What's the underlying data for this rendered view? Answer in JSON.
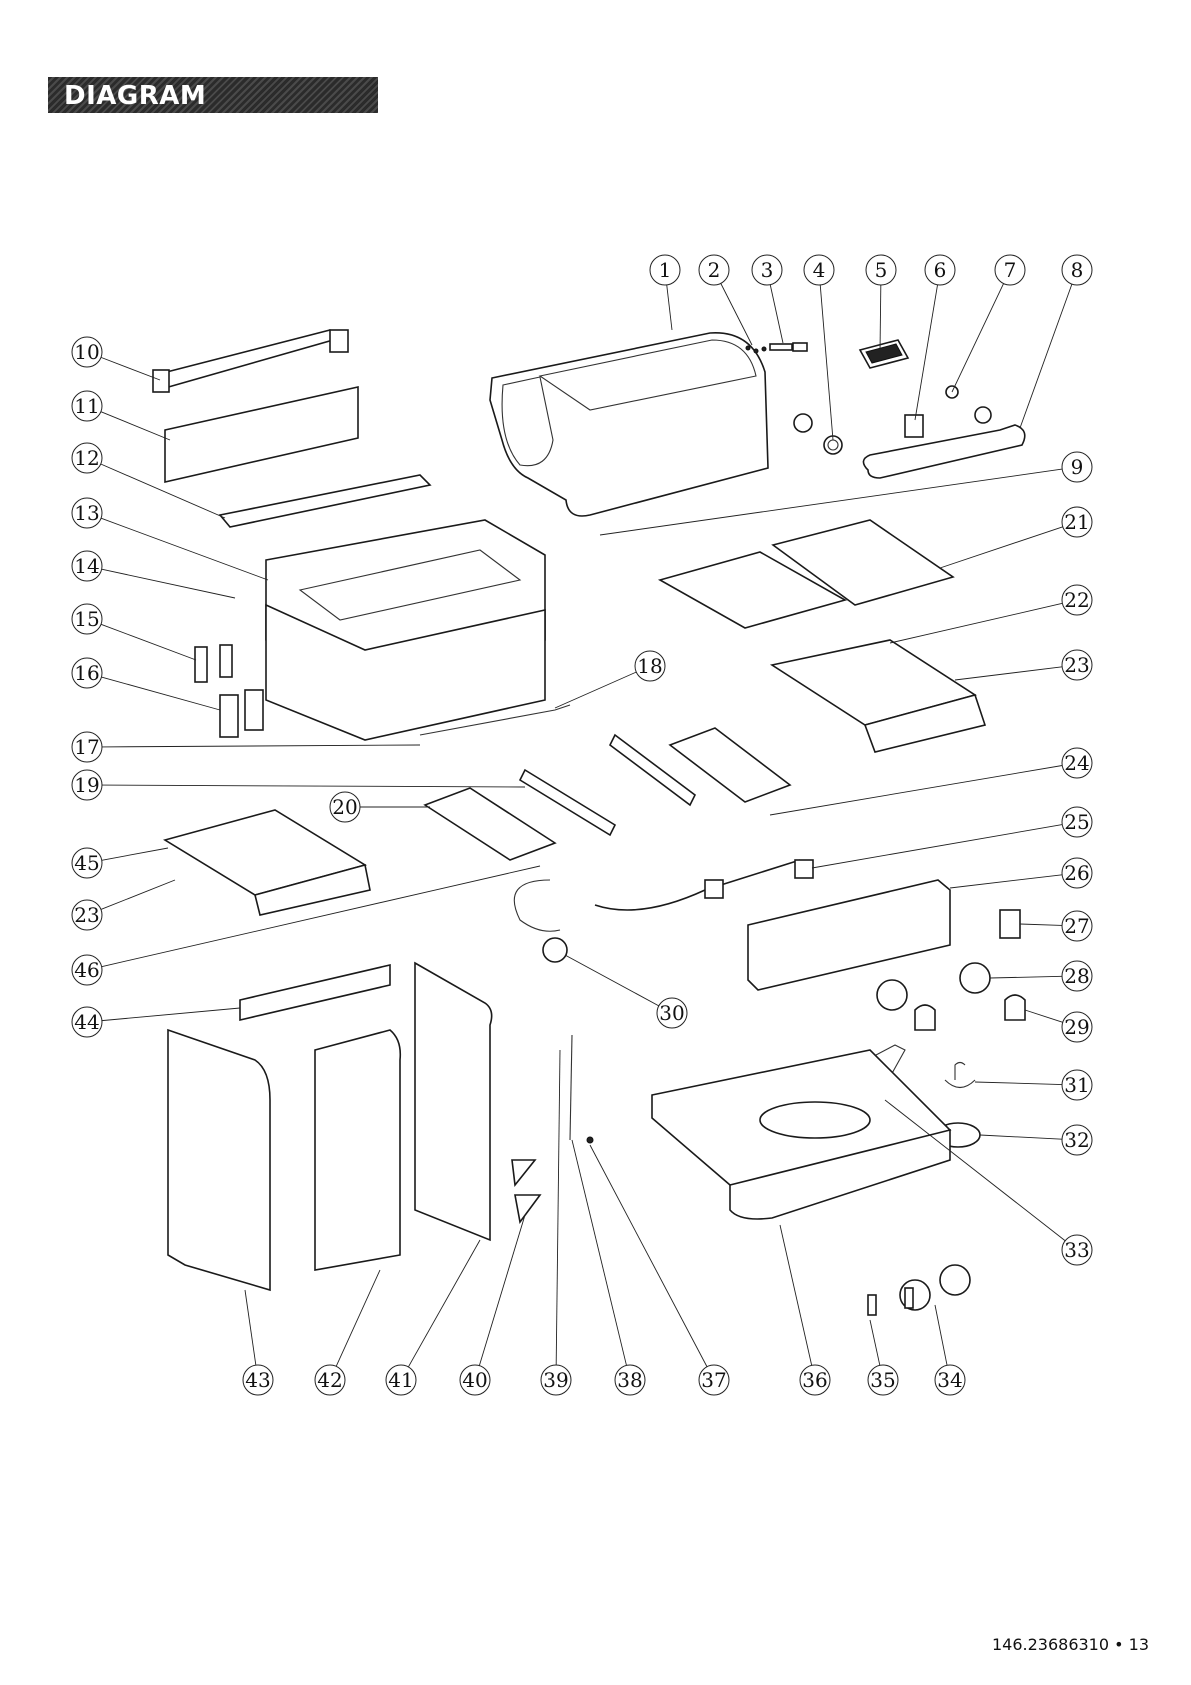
{
  "header": {
    "title": "DIAGRAM"
  },
  "footer": {
    "page_ref": "146.23686310 • 13"
  },
  "callouts": [
    "1",
    "2",
    "3",
    "4",
    "5",
    "6",
    "7",
    "8",
    "9",
    "10",
    "11",
    "12",
    "13",
    "14",
    "15",
    "16",
    "17",
    "18",
    "19",
    "20",
    "21",
    "22",
    "23",
    "24",
    "25",
    "26",
    "27",
    "28",
    "29",
    "30",
    "31",
    "32",
    "33",
    "34",
    "35",
    "36",
    "37",
    "38",
    "39",
    "40",
    "41",
    "42",
    "43",
    "44",
    "45",
    "46"
  ],
  "colors": {
    "ink": "#1a1a1a",
    "header_bg": "#333333",
    "header_text": "#ffffff"
  }
}
